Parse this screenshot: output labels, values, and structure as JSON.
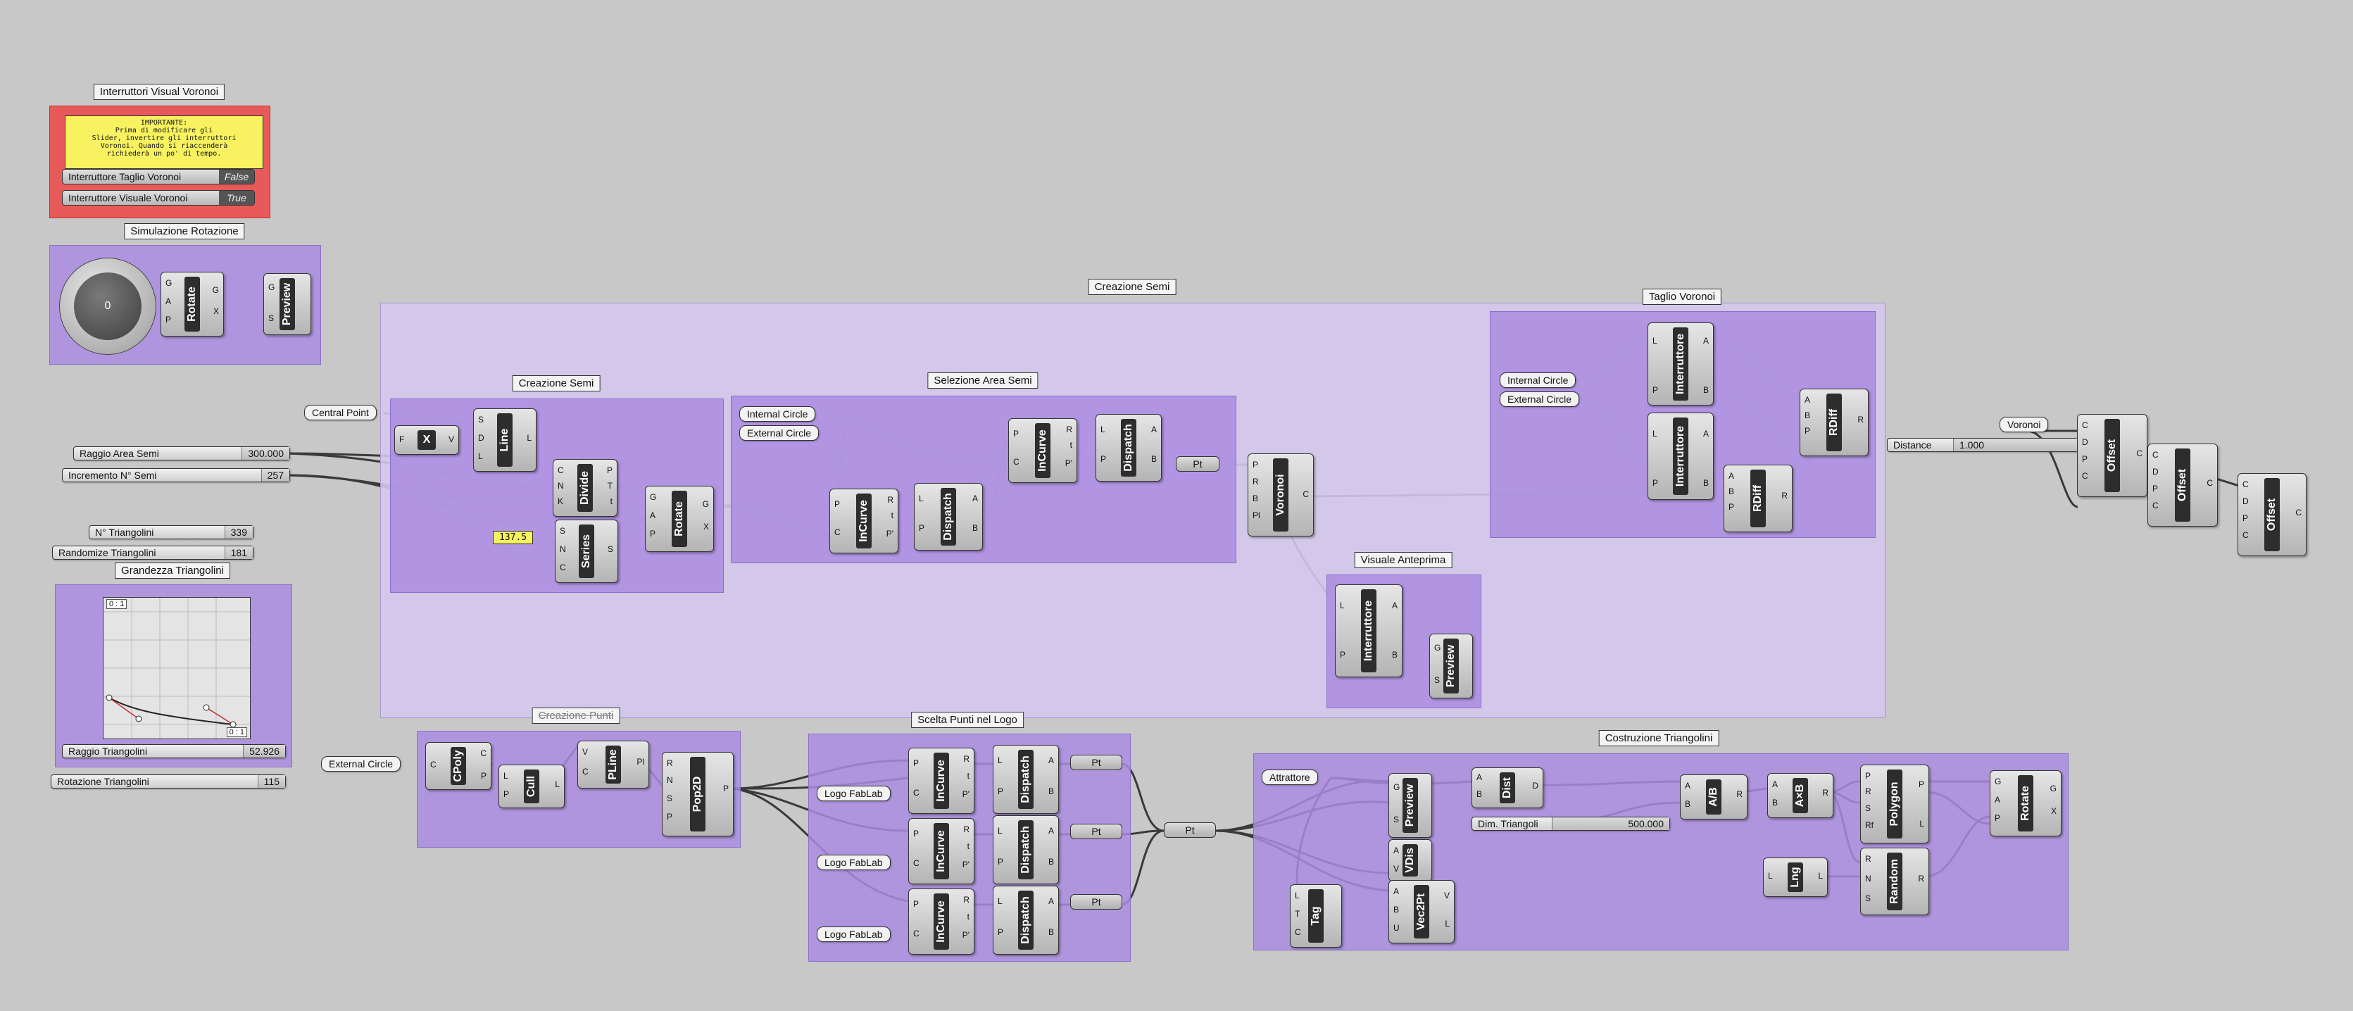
{
  "groups": {
    "visual_voronoi": "Interruttori Visual Voronoi",
    "simulazione_rotazione": "Simulazione Rotazione",
    "creazione_semi_outer": "Creazione Semi",
    "creazione_semi_inner": "Creazione Semi",
    "selezione_area_semi": "Selezione Area Semi",
    "taglio_voronoi": "Taglio Voronoi",
    "visuale_anteprima": "Visuale Anteprima",
    "grandezza_triangolini": "Grandezza Triangolini",
    "creazione_punti": "Creazione Punti",
    "scelta_punti_logo": "Scelta Punti nel Logo",
    "costruzione_triangolini": "Costruzione Triangolini"
  },
  "note_text": "IMPORTANTE:\nPrima di modificare gli\nSlider, invertire gli interruttori\nVoronoi. Quando si riaccenderà\nrichiederà un po' di tempo.",
  "toggles": [
    {
      "label": "Interruttore Taglio Voronoi",
      "value": "False"
    },
    {
      "label": "Interruttore Visuale Voronoi",
      "value": "True"
    }
  ],
  "sliders": {
    "raggio_area": {
      "label": "Raggio Area Semi",
      "value": "300.000"
    },
    "incremento": {
      "label": "Incremento N° Semi",
      "value": "257"
    },
    "n_triangolini": {
      "label": "N° Triangolini",
      "value": "339"
    },
    "randomize": {
      "label": "Randomize Triangolini",
      "value": "181"
    },
    "raggio_tri": {
      "label": "Raggio Triangolini",
      "value": "52.926"
    },
    "rotazione_tri": {
      "label": "Rotazione Triangolini",
      "value": "115"
    },
    "distance": {
      "label": "Distance",
      "value": "1.000"
    },
    "dim_triangoli": {
      "label": "Dim. Triangoli",
      "value": "500.000"
    }
  },
  "knob_value": "0",
  "number_value": "137.5",
  "panels": {
    "central_point": "Central Point",
    "internal_circle_1": "Internal Circle",
    "external_circle_1": "External Circle",
    "internal_circle_2": "Internal Circle",
    "external_circle_2": "External Circle",
    "voronoi": "Voronoi",
    "external_circle_3": "External Circle",
    "logo1": "Logo FabLab",
    "logo2": "Logo FabLab",
    "logo3": "Logo FabLab",
    "attrattore": "Attrattore"
  },
  "graph_labels": {
    "tl": "0 : 1",
    "br": "0 : 1"
  },
  "components": {
    "rotate": "Rotate",
    "preview": "Preview",
    "line": "Line",
    "x": "X",
    "divide": "Divide",
    "series": "Series",
    "rotate2": "Rotate",
    "incurve": "InCurve",
    "dispatch": "Dispatch",
    "incurve2": "InCurve",
    "dispatch2": "Dispatch",
    "pt": "Pt",
    "voronoi": "Voronoi",
    "interruttore": "Interruttore",
    "rdiff": "RDiff",
    "offset": "Offset",
    "cpoly": "CPoly",
    "cull": "Cull",
    "pline": "PLine",
    "pop2d": "Pop2D",
    "dist": "Dist",
    "ab": "A/B",
    "axb": "A×B",
    "polygon": "Polygon",
    "vdis": "VDis",
    "vec2pt": "Vec2Pt",
    "lng": "Lng",
    "random": "Random",
    "tag": "Tag"
  }
}
